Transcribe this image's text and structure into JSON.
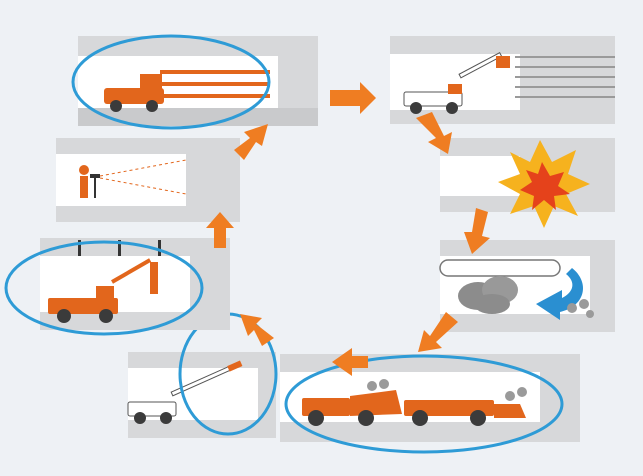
{
  "colors": {
    "background": "#eef1f5",
    "tunnel": "#d7d8da",
    "highlight_ellipse": "#2e9bd6",
    "flow_arrow": "#ef7d22",
    "machine": "#e2661c",
    "blast_outer": "#f6b21e",
    "blast_inner": "#e5421b",
    "ventilation_arrow": "#2a8fd1",
    "smoke": "#8c8c8c"
  },
  "stages": [
    {
      "name": "drilling",
      "icon": "drill-rig-icon",
      "highlighted": true
    },
    {
      "name": "charging",
      "icon": "charging-truck-icon",
      "highlighted": false
    },
    {
      "name": "blasting",
      "icon": "explosion-icon",
      "highlighted": false
    },
    {
      "name": "ventilation",
      "icon": "ventilation-icon",
      "highlighted": false
    },
    {
      "name": "mucking",
      "icon": "loader-truck-icon",
      "highlighted": true
    },
    {
      "name": "scaling",
      "icon": "scaling-rig-icon",
      "highlighted": true
    },
    {
      "name": "rock-bolting",
      "icon": "bolting-rig-icon",
      "highlighted": true
    },
    {
      "name": "surveying",
      "icon": "surveyor-icon",
      "highlighted": false
    }
  ]
}
